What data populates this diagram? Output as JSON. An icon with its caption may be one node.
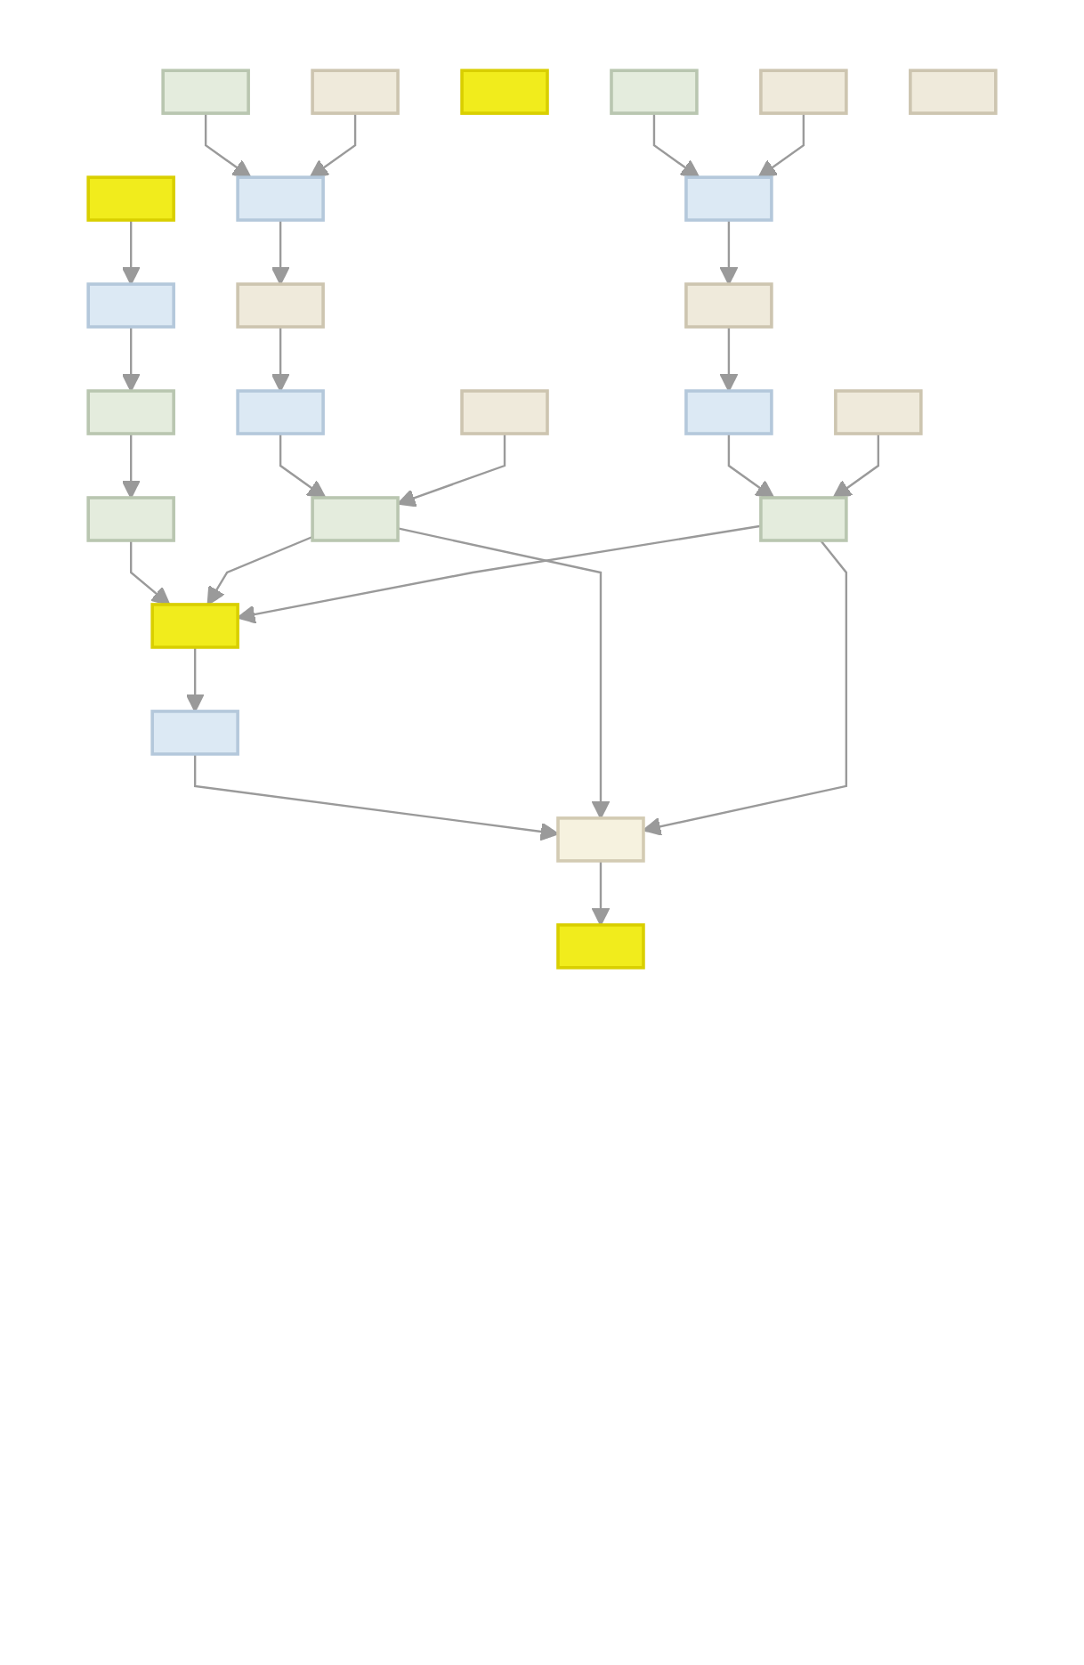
{
  "diagram": {
    "nodes": [
      {
        "text": [],
        "shape": "box"
      },
      {
        "text": [],
        "shape": "box"
      },
      {
        "text": [],
        "shape": "box"
      },
      {
        "text": [],
        "shape": "box"
      },
      {
        "text": [],
        "shape": "box"
      },
      {
        "text": [],
        "shape": "box"
      },
      {
        "text": [],
        "shape": "box"
      },
      {
        "text": [],
        "shape": "box"
      },
      {
        "text": [],
        "shape": "box"
      },
      {
        "text": [],
        "shape": "box"
      },
      {
        "text": [],
        "shape": "box"
      },
      {
        "text": [],
        "shape": "box"
      },
      {
        "text": [],
        "shape": "box"
      },
      {
        "text": [],
        "shape": "box"
      },
      {
        "text": [],
        "shape": "box"
      },
      {
        "text": [],
        "shape": "box"
      },
      {
        "text": [],
        "shape": "box"
      },
      {
        "text": [],
        "shape": "box"
      },
      {
        "text": [],
        "shape": "box"
      },
      {
        "text": [],
        "shape": "box"
      },
      {
        "text": [],
        "shape": "box"
      },
      {
        "text": [],
        "shape": "box"
      },
      {
        "text": [],
        "shape": "box"
      },
      {
        "text": [],
        "shape": "box"
      }
    ],
    "edges": [
      {
        "from": 0,
        "to": 4,
        "arrow": "to"
      },
      {
        "from": 3,
        "to": 4,
        "arrow": "to"
      },
      {
        "from": 4,
        "to": 7,
        "arrow": "to"
      },
      {
        "from": 7,
        "to": 9,
        "arrow": "to"
      },
      {
        "from": 9,
        "to": 13,
        "arrow": "to"
      },
      {
        "from": 12,
        "to": 13,
        "arrow": "to"
      },
      {
        "from": 2,
        "to": 5,
        "arrow": "to"
      },
      {
        "from": 6,
        "to": 5,
        "arrow": "to"
      },
      {
        "from": 5,
        "to": 8,
        "arrow": "to"
      },
      {
        "from": 8,
        "to": 10,
        "arrow": "to"
      },
      {
        "from": 10,
        "to": 15,
        "arrow": "to"
      },
      {
        "from": 16,
        "to": 15,
        "arrow": "to"
      },
      {
        "from": 11,
        "to": 14,
        "arrow": "to"
      },
      {
        "from": 14,
        "to": 18,
        "arrow": "to"
      },
      {
        "from": 18,
        "to": 19,
        "arrow": "to"
      },
      {
        "from": 19,
        "to": 20,
        "arrow": "to"
      },
      {
        "from": 13,
        "to": 20,
        "arrow": "to"
      },
      {
        "from": 15,
        "to": 20,
        "arrow": "to"
      },
      {
        "from": 20,
        "to": 21,
        "arrow": "to"
      },
      {
        "from": 21,
        "to": 22,
        "arrow": "to"
      },
      {
        "from": 13,
        "to": 22,
        "arrow": "to"
      },
      {
        "from": 15,
        "to": 22,
        "arrow": "to"
      },
      {
        "from": 22,
        "to": 23,
        "arrow": "to"
      }
    ]
  }
}
